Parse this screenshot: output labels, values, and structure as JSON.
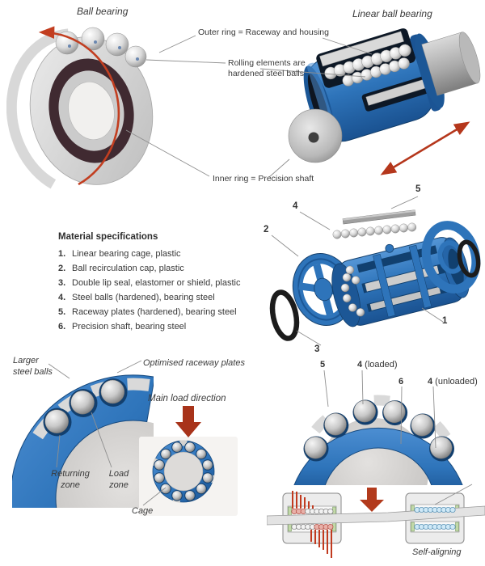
{
  "top": {
    "ball_bearing_title": "Ball bearing",
    "linear_bearing_title": "Linear ball bearing",
    "outer_ring_label": "Outer ring = Raceway and housing",
    "rolling_elements_line1": "Rolling elements are",
    "rolling_elements_line2": "hardened steel balls",
    "inner_ring_label": "Inner ring = Precision shaft"
  },
  "material_specifications": {
    "title": "Material specifications",
    "items": [
      {
        "num": "1.",
        "text": "Linear bearing cage, plastic"
      },
      {
        "num": "2.",
        "text": "Ball recirculation cap, plastic"
      },
      {
        "num": "3.",
        "text": "Double lip seal, elastomer or shield, plastic"
      },
      {
        "num": "4.",
        "text": "Steel balls (hardened), bearing steel"
      },
      {
        "num": "5.",
        "text": "Raceway plates (hardened), bearing steel"
      },
      {
        "num": "6.",
        "text": "Precision shaft, bearing steel"
      }
    ]
  },
  "exploded_view": {
    "callout_1": "1",
    "callout_2": "2",
    "callout_3": "3",
    "callout_4": "4",
    "callout_5": "5"
  },
  "cross_section": {
    "larger_steel_balls_line1": "Larger",
    "larger_steel_balls_line2": "steel balls",
    "optimised_raceway_plates": "Optimised raceway plates",
    "returning_zone_line1": "Returning",
    "returning_zone_line2": "zone",
    "load_zone_line1": "Load",
    "load_zone_line2": "zone",
    "main_load_direction": "Main load direction",
    "cage": "Cage"
  },
  "half_section": {
    "callout_5": "5",
    "callout_4_loaded_num": "4",
    "callout_4_loaded_text": " (loaded)",
    "callout_6": "6",
    "callout_4_unloaded_num": "4",
    "callout_4_unloaded_text": " (unloaded)"
  },
  "load_schematic": {
    "self_aligning": "Self-aligning"
  },
  "colors": {
    "bearing_blue": "#2e74ba",
    "bearing_blue_dark": "#16497e",
    "pocket_blue": "#123f6e",
    "arrow_red": "#b5371c",
    "curved_arrow_red": "#c23e20",
    "steel_gray": "#c9c9c9",
    "seal_maroon": "#402a31",
    "leader_line_gray": "#8f8f8f",
    "schematic_green": "#c2d9a8",
    "schematic_ball_blue": "#cfe9f7",
    "schematic_ball_red": "#e8b0a8"
  }
}
